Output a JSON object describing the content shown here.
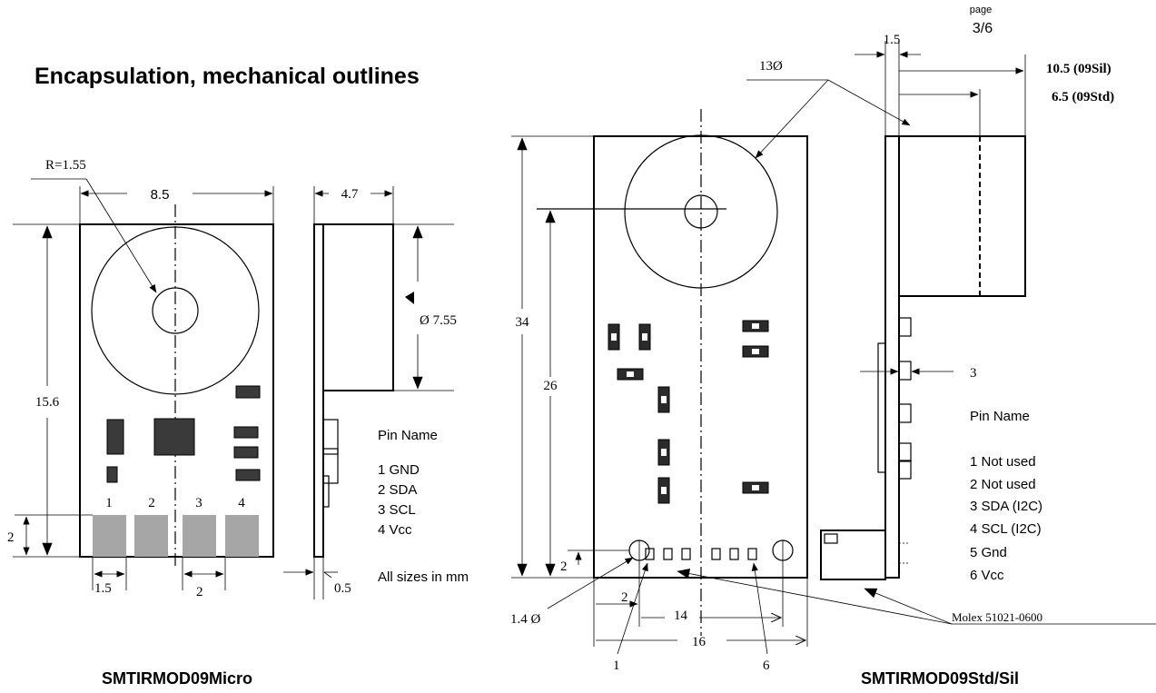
{
  "header": {
    "page_label": "page",
    "page_number": "3/6",
    "title": "Encapsulation, mechanical outlines"
  },
  "micro": {
    "caption": "SMTIRMOD09Micro",
    "dims": {
      "radius": "R=1.55",
      "width": "8.5",
      "height": "15.6",
      "pad_height": "2",
      "pad_width": "1.5",
      "pad_gap": "2",
      "depth": "4.7",
      "lens_diameter": "Ø 7.55",
      "pcb_thickness": "0.5"
    },
    "pad_numbers": [
      "1",
      "2",
      "3",
      "4"
    ],
    "pin_table": {
      "heading": "Pin Name",
      "pins": [
        "1 GND",
        "2 SDA",
        "3 SCL",
        "4 Vcc"
      ]
    },
    "units_note": "All sizes in mm"
  },
  "std": {
    "caption": "SMTIRMOD09Std/Sil",
    "dims": {
      "lens_diameter": "13Ø",
      "height": "34",
      "center_height": "26",
      "hole_offset": "2",
      "hole_diameter": "1.4 Ø",
      "hole_x": "2",
      "hole_spacing": "14",
      "width": "16",
      "first_pin": "1",
      "last_pin": "6",
      "pcb_thickness": "1.5",
      "depth_sil": "10.5 (09Sil)",
      "depth_std": "6.5 (09Std)",
      "pin_pitch": "3",
      "connector": "Molex 51021-0600"
    },
    "pin_table": {
      "heading": "Pin Name",
      "pins": [
        "1 Not used",
        "2 Not used",
        "3 SDA (I2C)",
        "4 SCL (I2C)",
        "5 Gnd",
        "6 Vcc"
      ]
    }
  }
}
